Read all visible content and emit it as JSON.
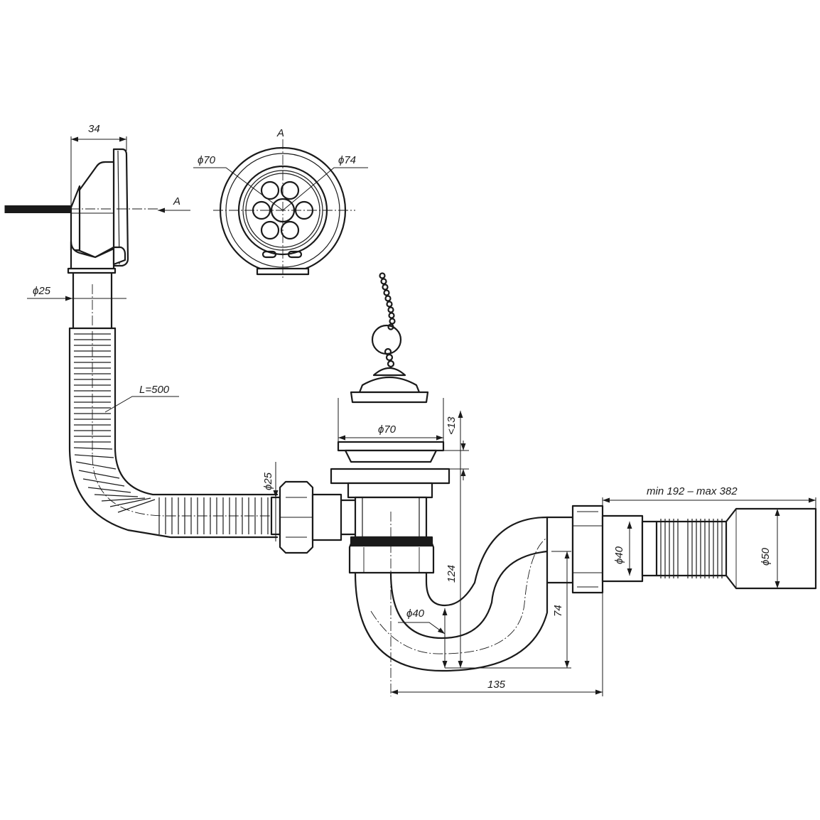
{
  "labels": {
    "overflow_depth": "34",
    "view_arrow": "A",
    "view_title": "A",
    "grate_inner_diameter": "ϕ70",
    "grate_outer_diameter": "ϕ74",
    "overflow_pipe_diameter": "ϕ25",
    "hose_length": "L=500",
    "connector_diameter": "ϕ25",
    "outlet_diameter": "ϕ70",
    "flange_thickness": "<13",
    "trap_height": "124",
    "trap_bend_diameter": "ϕ40",
    "outlet_height": "74",
    "horizontal_reach": "135",
    "extension_range": "min 192 – max 382",
    "extension_inner_diameter": "ϕ40",
    "extension_outer_diameter": "ϕ50"
  },
  "colors": {
    "line": "#1a1a1a",
    "background": "#ffffff"
  }
}
